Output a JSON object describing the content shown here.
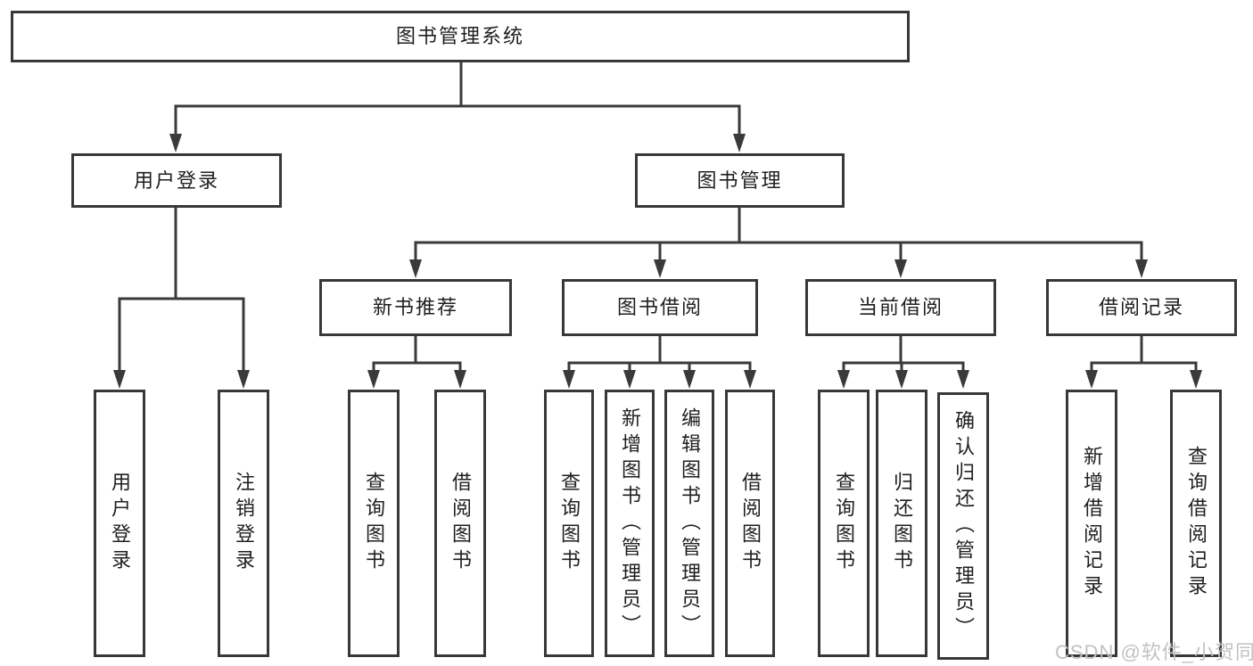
{
  "tree": {
    "label": "图书管理系统",
    "children": [
      {
        "label": "用户登录",
        "children": [
          {
            "label": "用户登录"
          },
          {
            "label": "注销登录"
          }
        ]
      },
      {
        "label": "图书管理",
        "children": [
          {
            "label": "新书推荐",
            "children": [
              {
                "label": "查询图书"
              },
              {
                "label": "借阅图书"
              }
            ]
          },
          {
            "label": "图书借阅",
            "children": [
              {
                "label": "查询图书"
              },
              {
                "label": "新增图书（管理员）"
              },
              {
                "label": "编辑图书（管理员）"
              },
              {
                "label": "借阅图书"
              }
            ]
          },
          {
            "label": "当前借阅",
            "children": [
              {
                "label": "查询图书"
              },
              {
                "label": "归还图书"
              },
              {
                "label": "确认归还（管理员）"
              }
            ]
          },
          {
            "label": "借阅记录",
            "children": [
              {
                "label": "新增借阅记录"
              },
              {
                "label": "查询借阅记录"
              }
            ]
          }
        ]
      }
    ]
  },
  "watermark": "CSDN @软件_小贺同学",
  "colors": {
    "border": "#383838",
    "line": "#3a3a3a",
    "text": "#1f1f1f",
    "background": "#ffffff",
    "watermark": "#c2c2c2"
  }
}
